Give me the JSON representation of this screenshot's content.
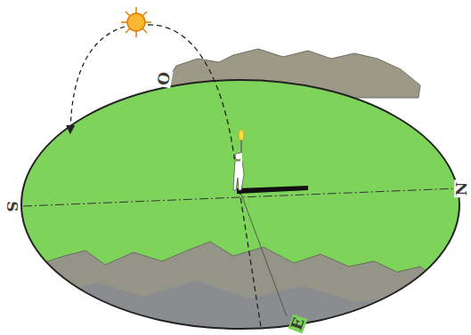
{
  "diagram": {
    "labels": [
      "S",
      "N",
      "O",
      "E"
    ]
  }
}
